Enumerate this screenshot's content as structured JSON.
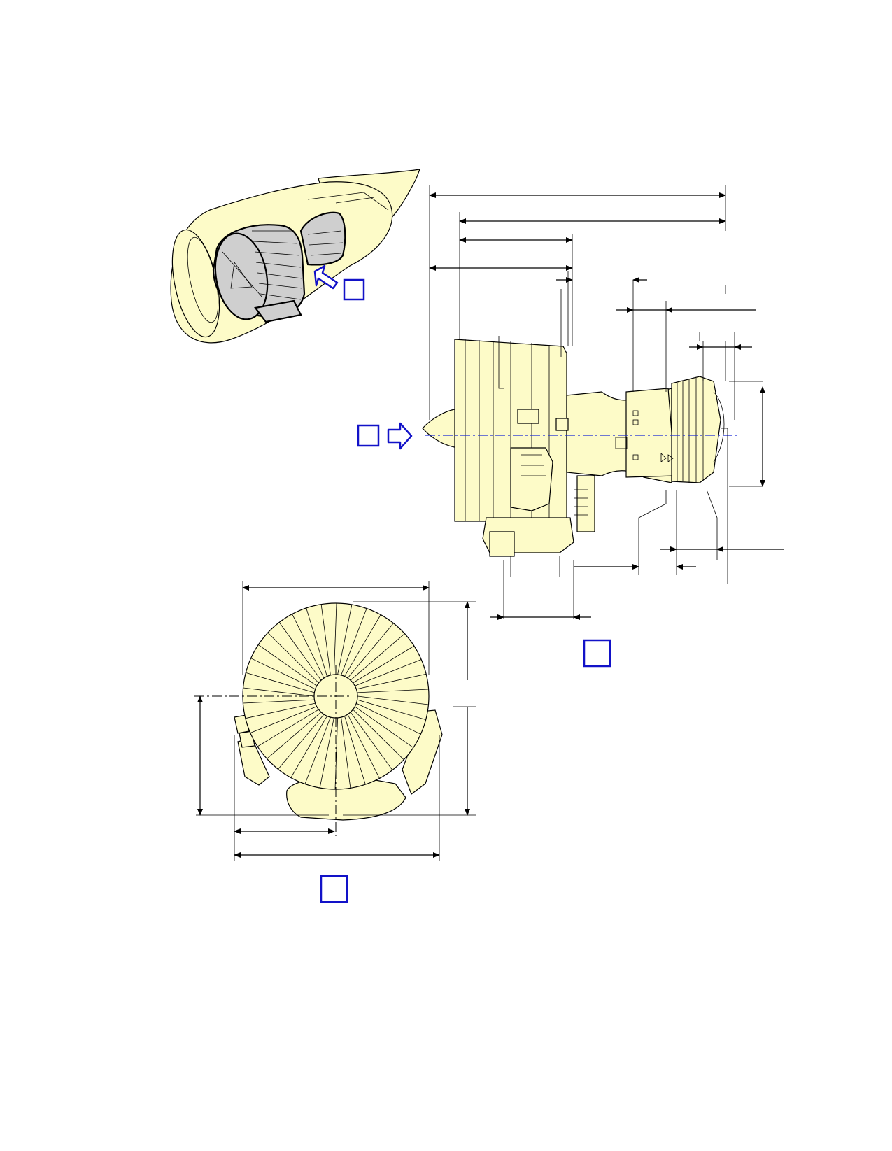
{
  "figure": {
    "background": "#ffffff",
    "part_fill": "#fdfbc8",
    "highlight_fill": "#cfcfcf",
    "callout_color": "#1212c8"
  },
  "callouts": [
    {
      "id": "callout-locator",
      "label": ""
    },
    {
      "id": "callout-side-view-arrow",
      "label": ""
    },
    {
      "id": "callout-side-view",
      "label": ""
    },
    {
      "id": "callout-front-view",
      "label": ""
    }
  ]
}
